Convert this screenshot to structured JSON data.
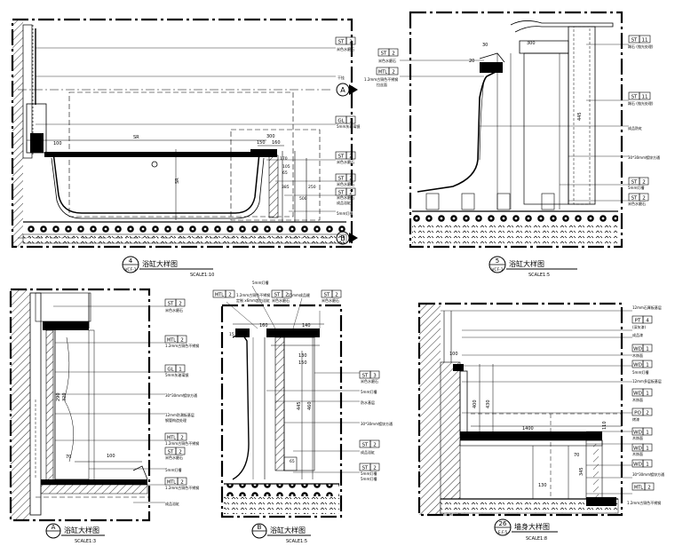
{
  "panels": {
    "p4": {
      "num": "4",
      "sheet": "VCF-1",
      "title": "浴缸大样图",
      "scale": "SCALE1:10"
    },
    "p5": {
      "num": "5",
      "sheet": "VCF-1",
      "title": "浴缸大样图",
      "scale": "SCALE1:5"
    },
    "pA": {
      "num": "A",
      "sheet": "",
      "title": "浴缸大样图",
      "scale": "SCALE1:3"
    },
    "pB": {
      "num": "B",
      "sheet": "",
      "title": "浴缸大样图",
      "scale": "SCALE1:5"
    },
    "p26": {
      "num": "26",
      "sheet": "E.F.5",
      "title": "墙身大样图",
      "scale": "SCALE1:8"
    }
  },
  "tags": {
    "st2": {
      "code": "ST",
      "num": "2"
    },
    "st3": {
      "code": "ST",
      "num": "3"
    },
    "st11": {
      "code": "ST",
      "num": "11"
    },
    "gl1": {
      "code": "GL",
      "num": "1"
    },
    "mtl2": {
      "code": "MTL",
      "num": "2"
    },
    "pt4": {
      "code": "PT",
      "num": "4"
    },
    "wd1": {
      "code": "WD",
      "num": "1"
    },
    "po2": {
      "code": "PO",
      "num": "2"
    }
  },
  "section_marks": {
    "a": "A",
    "b": "B"
  },
  "notes_p4": [
    "米色水磨石",
    "干挂",
    "5mm灰玻璃镜",
    "米色水磨石",
    "米色水磨石",
    "米色水磨石",
    "成品浴缸",
    "5mm灯槽"
  ],
  "dims_p4": [
    "SR",
    "300",
    "150",
    "160",
    "SR",
    "70",
    "100",
    "170",
    "105",
    "65",
    "385",
    "250",
    "500"
  ],
  "notes_p5": [
    "米色水磨石",
    "1.2mm古铜色不锈钢",
    "拉丝面",
    "踢石 (抛光处理)",
    "踢石 (抛光处理)",
    "成品防虹",
    "30*30mm镀锌方通",
    "5mm灯槽",
    "米色水磨石"
  ],
  "dims_p5": [
    "30",
    "300",
    "20",
    "445"
  ],
  "notes_pA": [
    "米色水磨石",
    "1.2mm古铜色不锈钢",
    "5mm灰玻璃镜",
    "30*30mm镀锌方通",
    "12mm防潮板基层",
    "钢管构造处理",
    "1.2mm古铜色不锈钢",
    "米色水磨石",
    "5mm灯槽",
    "1.2mm古铜色不锈钢",
    "成品浴缸"
  ],
  "dims_pA": [
    "290",
    "320",
    "100",
    "70"
  ],
  "notes_pB": [
    "1.2mm古铜色不锈钢",
    "定制 x6mm超白浴缸",
    "5mm灯槽",
    "15mm成品缝",
    "米色水磨石",
    "米色水磨石",
    "米色水磨石",
    "5mm灯槽",
    "防水基层",
    "30*30mm镀锌方通",
    "成品浴缸",
    "5mm灯槽",
    "5mm灯槽"
  ],
  "dims_pB": [
    "15",
    "160",
    "140",
    "130",
    "150",
    "65",
    "445",
    "460"
  ],
  "notes_p26": [
    "12mm石膏板基层",
    "(深灰漆)",
    "成品漆",
    "木饰面",
    "5mm灯槽",
    "12mm多层板基层",
    "木饰面",
    "烤漆",
    "木饰面",
    "木饰面",
    "30*30mm镀锌方通",
    "1.2mm古铜色不锈钢"
  ],
  "dims_p26": [
    "100",
    "400",
    "430",
    "1400",
    "110",
    "345",
    "70",
    "130"
  ]
}
